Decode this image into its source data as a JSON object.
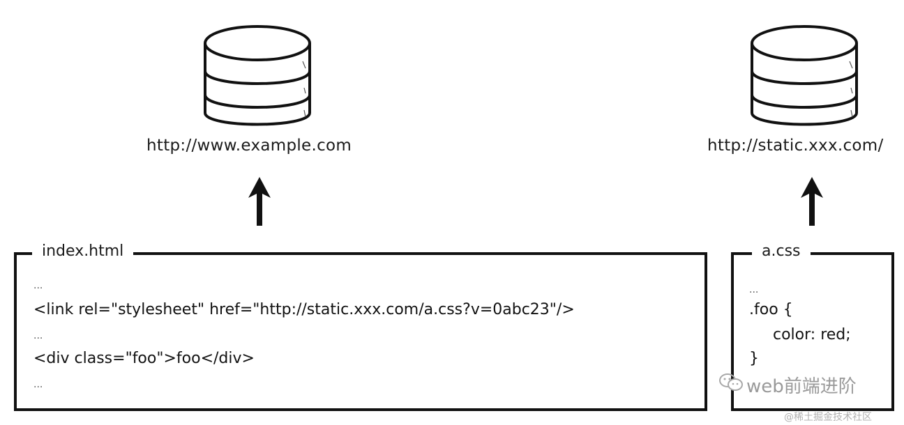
{
  "servers": [
    {
      "url": "http://www.example.com",
      "icon": "database-icon"
    },
    {
      "url": "http://static.xxx.com/",
      "icon": "database-icon"
    }
  ],
  "files": {
    "html": {
      "name": "index.html",
      "lines": [
        "...",
        "<link rel=\"stylesheet\" href=\"http://static.xxx.com/a.css?v=0abc23\"/>",
        "...",
        "<div class=\"foo\">foo</div>",
        "..."
      ]
    },
    "css": {
      "name": "a.css",
      "lines": [
        "...",
        ".foo {",
        "color: red;",
        "}"
      ]
    }
  },
  "watermark": {
    "main": "web前端进阶",
    "sub": "@稀土掘金技术社区"
  }
}
